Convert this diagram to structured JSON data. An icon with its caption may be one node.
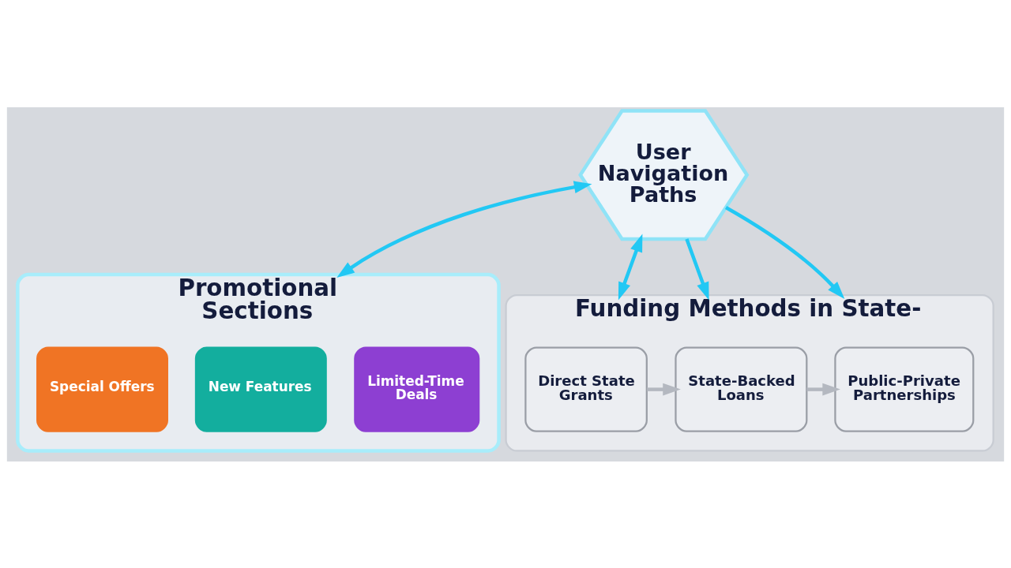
{
  "diagram": {
    "nodes": [
      {
        "text": [
          "User Navigation Paths"
        ]
      },
      {
        "text": [
          "Promotional Sections"
        ]
      },
      {
        "text": [
          "Special Offers"
        ],
        "in": 1
      },
      {
        "text": [
          "New Features"
        ],
        "in": 1
      },
      {
        "text": [
          "Limited-Time Deals"
        ],
        "in": 1
      },
      {
        "text": [
          "Funding Methods in State-"
        ]
      },
      {
        "text": [
          "Direct State Grants"
        ],
        "in": 5
      },
      {
        "text": [
          "State-Backed Loans"
        ],
        "in": 5
      },
      {
        "text": [
          "Public-Private Partnerships"
        ],
        "in": 5
      }
    ],
    "edges": [
      {
        "from": 0,
        "to": 1,
        "arrow": "both"
      },
      {
        "from": 0,
        "to": 5,
        "arrow": "to"
      },
      {
        "from": 0,
        "to": 5,
        "arrow": "to"
      },
      {
        "from": 0,
        "to": 5,
        "arrow": "both"
      },
      {
        "from": 6,
        "to": 7,
        "arrow": "to",
        "color": "#b4b8c0"
      },
      {
        "from": 7,
        "to": 8,
        "arrow": "to",
        "color": "#b4b8c0"
      }
    ]
  }
}
